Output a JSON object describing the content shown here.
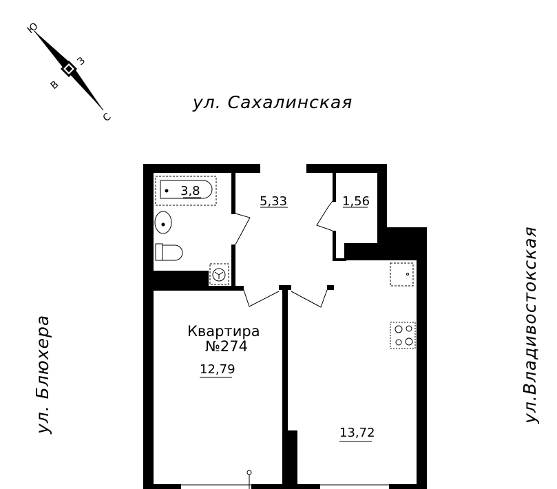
{
  "streets": {
    "top": "ул. Сахалинская",
    "left": "ул. Блюхера",
    "right": "ул.Владивостокская"
  },
  "compass": {
    "south": "Ю",
    "east": "З",
    "west": "В",
    "north": "С"
  },
  "apartment": {
    "title": "Квартира",
    "number": "№274"
  },
  "rooms": {
    "bathroom": "3,8",
    "hallway": "5,33",
    "storage": "1,56",
    "bedroom": "12,79",
    "kitchen": "13,72"
  }
}
